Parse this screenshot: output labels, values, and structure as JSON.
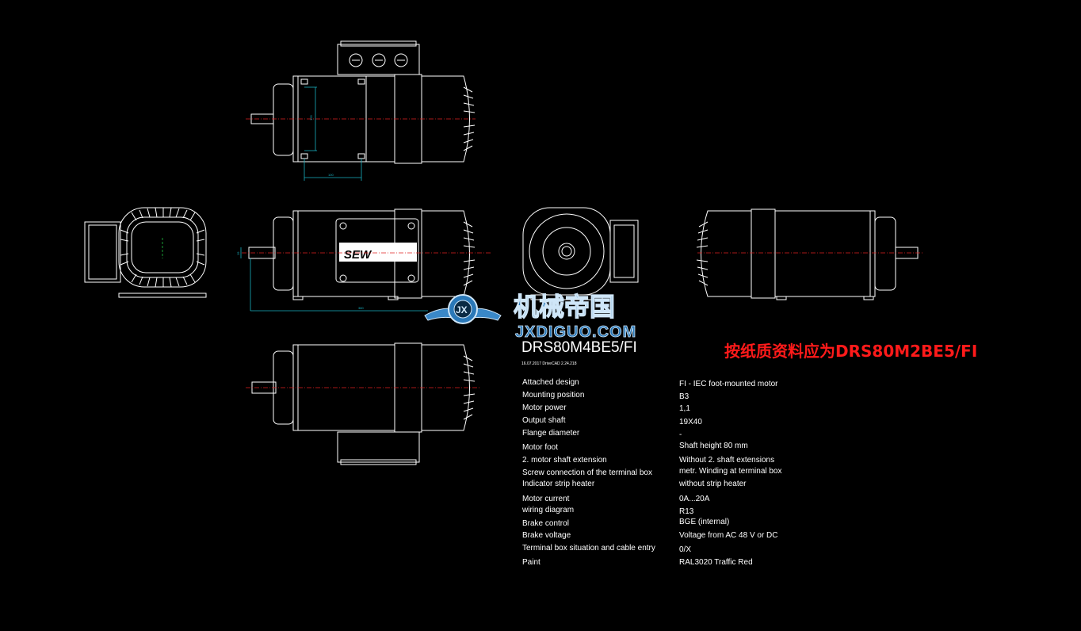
{
  "drawing": {
    "title": "DRS80M4BE5/FI",
    "subtitle": "16.07.2017    DriveCAD 2.24.218",
    "note": "按纸质资料应为DRS80M2BE5/FI",
    "nameplate_text": "SEW",
    "watermark": {
      "cn": "机械帝国",
      "en": "JXDIGUO.COM",
      "badge": "JX"
    },
    "colors": {
      "background": "#000000",
      "lines": "#ffffff",
      "centerline": "#e02020",
      "dimension": "#18b0c0",
      "note": "#ff1a1a"
    }
  },
  "specs": [
    {
      "label": "Attached design",
      "value": "FI - IEC foot-mounted motor"
    },
    {
      "label": "Mounting position",
      "value": "B3"
    },
    {
      "label": "Motor power",
      "value": "1,1"
    },
    {
      "label": "Output shaft",
      "value": "19X40"
    },
    {
      "label": "Flange diameter",
      "value": "-"
    },
    {
      "label": "Motor foot",
      "value": "Shaft height 80 mm"
    },
    {
      "label": "2. motor shaft extension",
      "value": "Without 2. shaft extensions"
    },
    {
      "label": "Screw connection of the terminal box",
      "value": "metr. Winding at terminal box"
    },
    {
      "label": "Indicator strip heater",
      "value": "without strip heater"
    },
    {
      "label": "Motor current",
      "value": "0A...20A"
    },
    {
      "label": "wiring diagram",
      "value": "R13"
    },
    {
      "label": "Brake control",
      "value": "BGE (internal)"
    },
    {
      "label": "Brake voltage",
      "value": "Voltage from AC 48 V or DC"
    },
    {
      "label": "Terminal box situation and cable entry",
      "value": "0/X"
    },
    {
      "label": "Paint",
      "value": "RAL3020 Traffic Red"
    }
  ]
}
